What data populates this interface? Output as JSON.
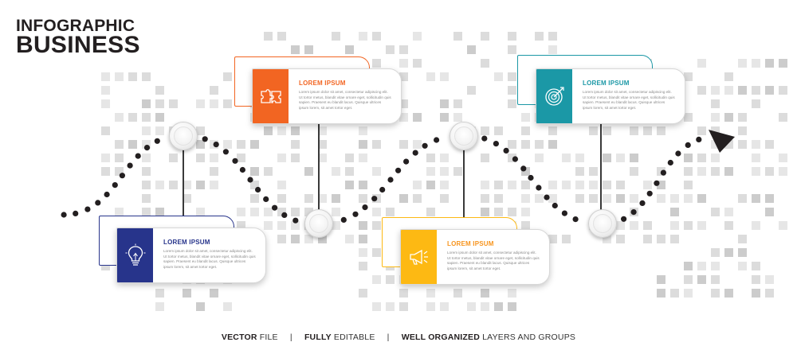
{
  "header": {
    "line1": "INFOGRAPHIC",
    "line2": "BUSINESS"
  },
  "steps": [
    {
      "title": "LOREM IPSUM",
      "text": "Lorem ipsum dolor sit amet, consectetur adipiscing elit. Ut tortor metus, blandit vitae ornare eget, sollicitudin quis sapien. Praesent eu blandit lacus. Quisque ultrices ipsum lorem, sit amet tortor eget.",
      "icon": "lightbulb-icon",
      "color": "#27348b",
      "outline": "#27348b"
    },
    {
      "title": "LOREM IPSUM",
      "text": "Lorem ipsum dolor sit amet, consectetur adipiscing elit. Ut tortor metus, blandit vitae ornare eget, sollicitudin quis sapien. Praesent eu blandit lacus. Quisque ultrices ipsum lorem, sit amet tortor eget.",
      "icon": "puzzle-icon",
      "color": "#f26522",
      "outline": "#f26522"
    },
    {
      "title": "LOREM IPSUM",
      "text": "Lorem ipsum dolor sit amet, consectetur adipiscing elit. Ut tortor metus, blandit vitae ornare eget, sollicitudin quis sapien. Praesent eu blandit lacus. Quisque ultrices ipsum lorem, sit amet tortor eget.",
      "icon": "megaphone-icon",
      "color": "#fdb913",
      "outline": "#fdb913"
    },
    {
      "title": "LOREM IPSUM",
      "text": "Lorem ipsum dolor sit amet, consectetur adipiscing elit. Ut tortor metus, blandit vitae ornare eget, sollicitudin quis sapien. Praesent eu blandit lacus. Quisque ultrices ipsum lorem, sit amet tortor eget.",
      "icon": "target-icon",
      "color": "#1b98a6",
      "outline": "#1b98a6"
    }
  ],
  "footer": {
    "part1_bold": "VECTOR",
    "part1_rest": " FILE",
    "part2_bold": "FULLY",
    "part2_rest": " EDITABLE",
    "part3_bold": "WELL ORGANIZED",
    "part3_rest": " LAYERS AND GROUPS",
    "separator": "|"
  },
  "colors": {
    "path": "#231f20",
    "connector": "#3a3a3a",
    "pixels": "#d4d4d4"
  }
}
